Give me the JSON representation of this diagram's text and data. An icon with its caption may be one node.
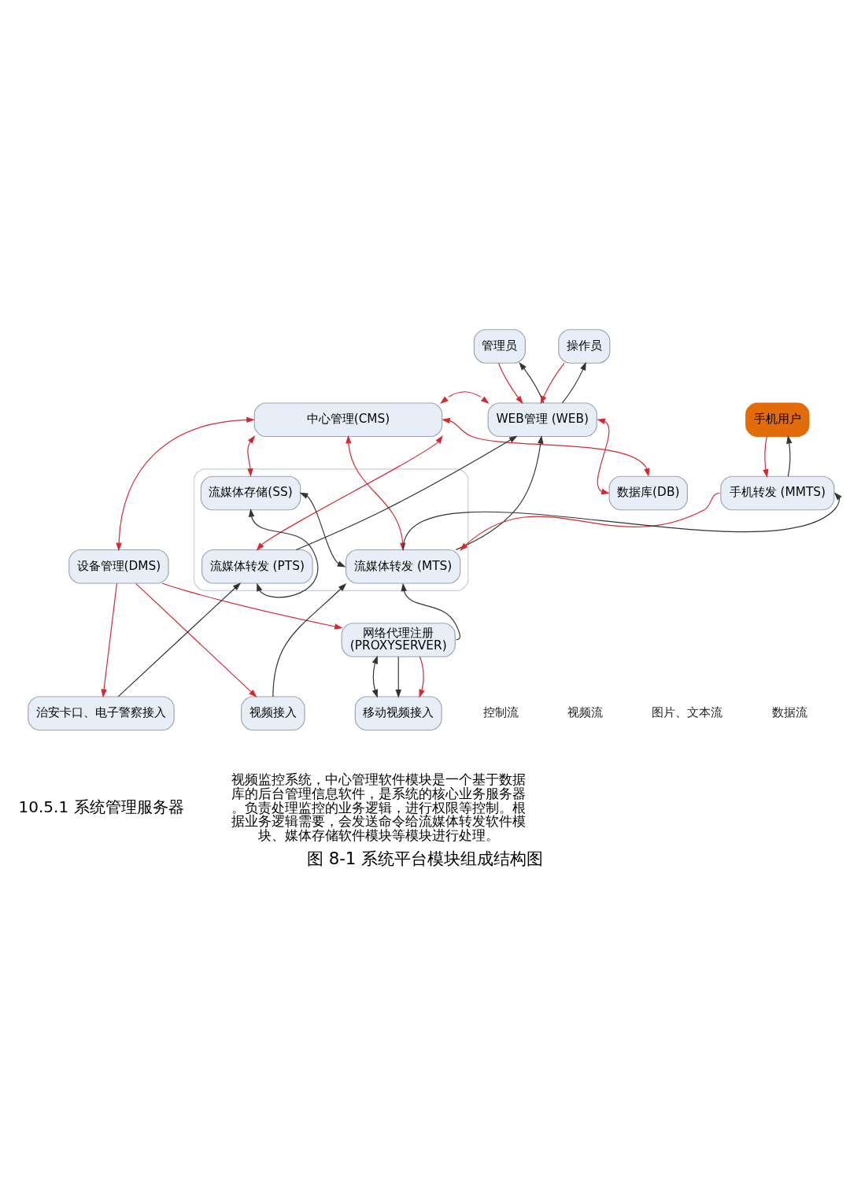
{
  "diagram": {
    "caption": "图 8-1 系统平台模块组成结构图",
    "nodes": [
      {
        "text": [
          "管理员"
        ]
      },
      {
        "text": [
          "操作员"
        ]
      },
      {
        "text": [
          "中心管理(CMS)"
        ]
      },
      {
        "text": [
          "WEB管理 (WEB)"
        ]
      },
      {
        "text": [
          "手机用户"
        ]
      },
      {
        "text": [
          "数据库(DB)"
        ]
      },
      {
        "text": [
          "手机转发 (MMTS)"
        ]
      },
      {
        "text": [
          "设备管理(DMS)"
        ]
      },
      {
        "text": [],
        "shape": "box"
      },
      {
        "text": [
          "流媒体存储(SS)"
        ],
        "in": 8
      },
      {
        "text": [
          "流媒体转发 (MTS)"
        ],
        "in": 8
      },
      {
        "text": [
          "流媒体转发 (PTS)"
        ],
        "in": 8
      },
      {
        "text": [
          "网络代理注册",
          "(PROXYSERVER)"
        ]
      },
      {
        "text": [
          "视频接入"
        ]
      },
      {
        "text": [
          "移动视频接入"
        ]
      },
      {
        "text": [
          "治安卡口、电子警察接入"
        ]
      }
    ],
    "edges": [
      {
        "from": 0,
        "to": 3,
        "arrow": "to"
      },
      {
        "from": 3,
        "to": 0,
        "arrow": "to",
        "color": "#333333"
      },
      {
        "from": 1,
        "to": 3,
        "arrow": "to"
      },
      {
        "from": 3,
        "to": 1,
        "arrow": "to",
        "color": "#333333"
      },
      {
        "from": 2,
        "to": 3,
        "arrow": "both"
      },
      {
        "from": 2,
        "to": 5,
        "arrow": "both"
      },
      {
        "from": 5,
        "to": 3,
        "arrow": "both"
      },
      {
        "from": 4,
        "to": 6,
        "arrow": "to"
      },
      {
        "from": 6,
        "to": 4,
        "arrow": "to",
        "color": "#333333"
      },
      {
        "from": 2,
        "to": 7,
        "arrow": "both"
      },
      {
        "from": 2,
        "to": 9,
        "arrow": "both"
      },
      {
        "from": 2,
        "to": 10,
        "arrow": "both"
      },
      {
        "from": 2,
        "to": 11,
        "arrow": "both"
      },
      {
        "from": 10,
        "to": 3,
        "arrow": "to",
        "color": "#333333"
      },
      {
        "from": 11,
        "to": 3,
        "arrow": "to",
        "color": "#333333"
      },
      {
        "from": 6,
        "to": 10,
        "arrow": "to"
      },
      {
        "from": 10,
        "to": 6,
        "arrow": "to",
        "color": "#333333"
      },
      {
        "from": 9,
        "to": 10,
        "arrow": "both",
        "color": "#333333"
      },
      {
        "from": 9,
        "to": 11,
        "arrow": "both",
        "color": "#333333"
      },
      {
        "from": 13,
        "to": 10,
        "arrow": "to",
        "color": "#333333"
      },
      {
        "from": 12,
        "to": 10,
        "arrow": "to",
        "color": "#333333"
      },
      {
        "from": 15,
        "to": 11,
        "arrow": "to",
        "color": "#333333"
      },
      {
        "from": 7,
        "to": 13,
        "arrow": "to"
      },
      {
        "from": 7,
        "to": 15,
        "arrow": "to"
      },
      {
        "from": 7,
        "to": 12,
        "arrow": "to"
      },
      {
        "from": 12,
        "to": 14,
        "arrow": "both",
        "color": "#333333"
      },
      {
        "from": 12,
        "to": 14,
        "arrow": "to",
        "color": "#333333"
      },
      {
        "from": 12,
        "to": 14,
        "arrow": "to"
      }
    ],
    "labels": [
      "10.5.1 系统管理服务器",
      "视频监控系统，中心管理软件模块是一个基于数据库的后台管理信息软件，是系统的核心业务服务器。负责处理监控的业务逻辑，进行权限等控制。根据业务逻辑需要，会发送命令给流媒体转发软件模块、媒体存储软件模块等模块进行处理。"
    ],
    "legend": [
      {
        "text": "控制流"
      },
      {
        "text": "视频流"
      },
      {
        "text": "图片、文本流"
      },
      {
        "text": "数据流"
      }
    ]
  }
}
